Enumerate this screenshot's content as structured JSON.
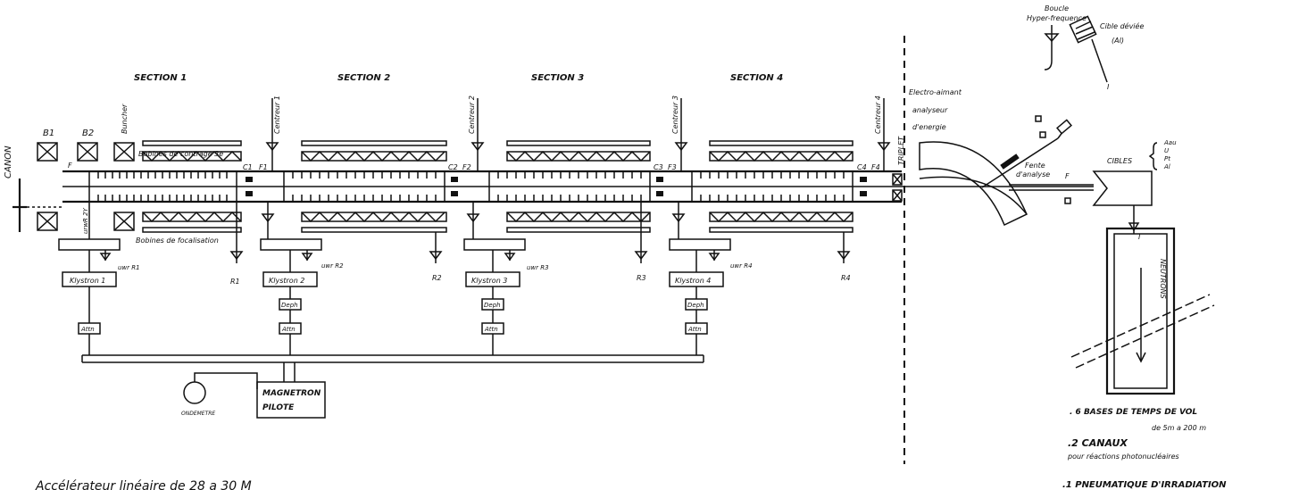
{
  "sections": [
    "SECTION 1",
    "SECTION 2",
    "SECTION 3",
    "SECTION 4"
  ],
  "gun": "CANON",
  "coils": [
    "B1",
    "B2"
  ],
  "buncher": "Buncher",
  "focus_coils_top": "Bobines de contrage 3e",
  "focus_coils_bottom": "Bobines de focalisation",
  "centreurs": [
    "Centreur 1",
    "Centreur 2",
    "Centreur 3",
    "Centreur 4"
  ],
  "c_labels": [
    "C1",
    "C2",
    "C3",
    "C4"
  ],
  "f_labels": [
    "F1",
    "F2",
    "F3",
    "F4"
  ],
  "f_start": "F",
  "r_labels": [
    "R1",
    "R2",
    "R3",
    "R4"
  ],
  "uwr_labels": [
    "uwr R1",
    "uwr R2",
    "uwr R3",
    "uwr R4"
  ],
  "small_tags": [
    "urwR 2Y"
  ],
  "klystrons": [
    "Klystron 1",
    "Klystron 2",
    "Klystron 3",
    "Klystron 4"
  ],
  "dephaser": "Deph",
  "attenuator": "Attn",
  "magnetron_line1": "MAGNETRON",
  "magnetron_line2": "PILOTE",
  "ondemetre": "ONDEMETRE",
  "triplet": "TRIPLET",
  "magnet_label": [
    "Electro-aimant",
    "analyseur",
    "d'energie"
  ],
  "slit_label": [
    "Fente",
    "d'analyse"
  ],
  "boucle_label": [
    "Boucle",
    "Hyper-frequence"
  ],
  "deviated_target": [
    "Cible déviée",
    "(Al)"
  ],
  "current_symbol": "I",
  "targets_word": "CIBLES",
  "targets_list": [
    "Aau",
    "U",
    "Pt",
    "Al"
  ],
  "neutrons": "NEUTRONS",
  "bases_title": ". 6 BASES DE TEMPS DE VOL",
  "bases_sub": "de 5m a 200 m",
  "canaux_title": ".2 CANAUX",
  "canaux_sub": "pour réactions photonucléaires",
  "pneumatique": ".1 PNEUMATIQUE D'IRRADIATION",
  "footer_partial": "Accélérateur linéaire de 28 a 30 M"
}
